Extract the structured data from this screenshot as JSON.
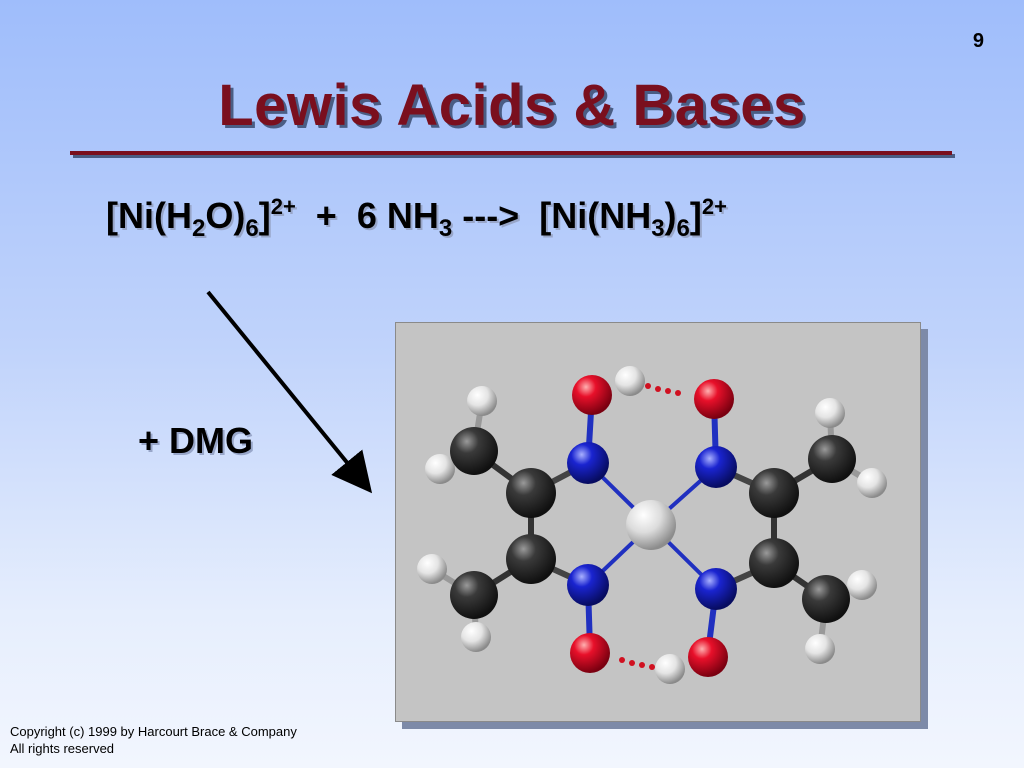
{
  "slide": {
    "number": "9",
    "title": "Lewis Acids & Bases"
  },
  "equation": {
    "reactant_open": "[Ni(H",
    "reactant_sub1": "2",
    "reactant_mid": "O)",
    "reactant_sub2": "6",
    "reactant_close": "]",
    "reactant_charge": "2+",
    "plus": "  +  6 NH",
    "nh3_sub": "3",
    "arrow": " --->  [Ni(NH",
    "product_sub1": "3",
    "product_mid": ")",
    "product_sub2": "6",
    "product_close": "]",
    "product_charge": "2+"
  },
  "reagent_label": "+ DMG",
  "molecule_image": {
    "description_icon": "ni-dmg-complex-icon",
    "colors": {
      "background": "#c4c4c4",
      "oxygen": "#e0102a",
      "nitrogen": "#1a22c8",
      "carbon": "#3a3a3a",
      "hydrogen": "#e8e8e8",
      "nickel": "#d4d4d4"
    }
  },
  "footer": {
    "line1": "Copyright (c) 1999 by Harcourt Brace & Company",
    "line2": "All rights reserved"
  },
  "colors": {
    "title": "#7a0f1e",
    "background_top": "#9fbdfb",
    "background_bottom": "#f2f6fe"
  }
}
